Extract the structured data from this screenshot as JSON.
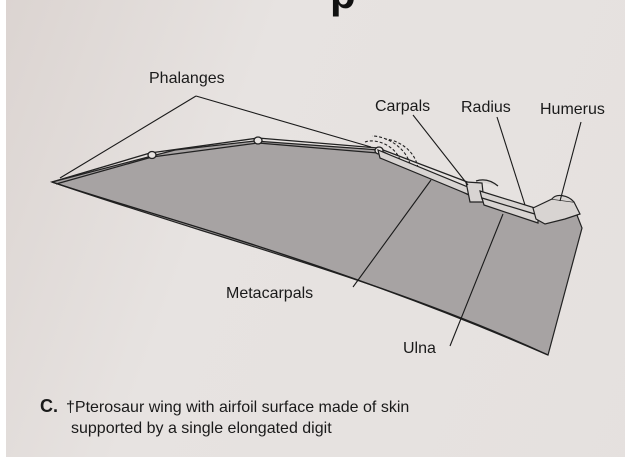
{
  "heading_fragment": "p",
  "labels": {
    "phalanges": "Phalanges",
    "carpals": "Carpals",
    "radius": "Radius",
    "humerus": "Humerus",
    "metacarpals": "Metacarpals",
    "ulna": "Ulna"
  },
  "caption": {
    "letter": "C.",
    "line1": "†Pterosaur wing with airfoil surface made of skin",
    "line2": "supported by a single elongated digit"
  },
  "colors": {
    "page_background": "#e7e3e1",
    "wing_membrane": "#a7a3a3",
    "bone_outline": "#222222",
    "text": "#1a1a1a"
  }
}
